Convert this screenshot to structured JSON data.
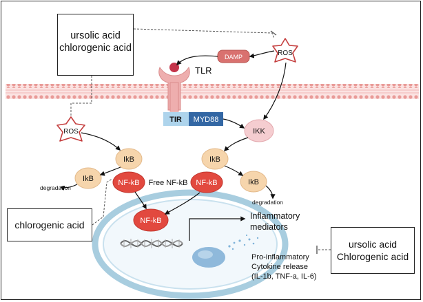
{
  "boxes": {
    "top_left": {
      "line1": "ursolic acid",
      "line2": "chlorogenic acid"
    },
    "bottom_left": {
      "line1": "chlorogenic acid"
    },
    "bottom_right": {
      "line1": "ursolic acid",
      "line2": "Chlorogenic acid"
    }
  },
  "nodes": {
    "ros_top": "ROS",
    "ros_left": "ROS",
    "damp": "DAMP",
    "tlr": "TLR",
    "tir": "TIR",
    "myd88": "MYD88",
    "ikk": "IKK",
    "ikb_left_upper": "IkB",
    "ikb_left_lower": "IkB",
    "ikb_right_upper": "IkB",
    "ikb_right_lower": "IkB",
    "nfkb_left": "NF-kB",
    "nfkb_right": "NF-kB",
    "nfkb_nucleus": "NF-kB"
  },
  "labels": {
    "degradation_left": "degradation",
    "degradation_right": "degradation",
    "free_nfkb": "Free NF-kB",
    "inflammatory_line1": "Inflammatory",
    "inflammatory_line2": "mediators",
    "cytokine_line1": "Pro-inflammatory",
    "cytokine_line2": "Cytokine release",
    "cytokine_line3": "(IL-1b, TNF-a, IL-6)"
  },
  "colors": {
    "ikb_fill": "#f6d5ac",
    "nfkb_fill": "#e2493f",
    "ikk_fill": "#f5cdd0",
    "damp_fill": "#d9716f",
    "tlr_fill": "#eeaeae",
    "tir_fill": "#aed4ec",
    "myd88_fill": "#3367a4",
    "membrane": "#e99b98",
    "nucleus_ring": "#a8cddf",
    "ribosome": "#8fb9db"
  }
}
